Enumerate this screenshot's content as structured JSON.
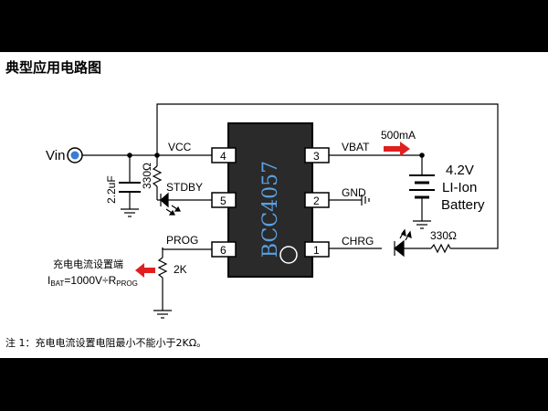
{
  "title": "典型应用电路图",
  "chip": {
    "name": "BCC4057"
  },
  "pins": [
    {
      "num": "4",
      "name": "VCC"
    },
    {
      "num": "5",
      "name": "STDBY"
    },
    {
      "num": "6",
      "name": "PROG"
    },
    {
      "num": "3",
      "name": "VBAT"
    },
    {
      "num": "2",
      "name": "GND"
    },
    {
      "num": "1",
      "name": "CHRG"
    }
  ],
  "labels": {
    "vin": "Vin",
    "cap": "2.2uF",
    "r_stdby": "330Ω",
    "r_prog": "2K",
    "current": "500mA",
    "r_chrg": "330Ω",
    "battery": [
      "4.2V",
      "LI-Ion",
      "Battery"
    ],
    "prog_note": "充电电流设置端",
    "formula": {
      "i": "I",
      "i_sub": "BAT",
      "mid": "=1000V÷R",
      "r_sub": "PROG"
    }
  },
  "footnote": "注 1：充电电流设置电阻最小不能小于2KΩ。"
}
